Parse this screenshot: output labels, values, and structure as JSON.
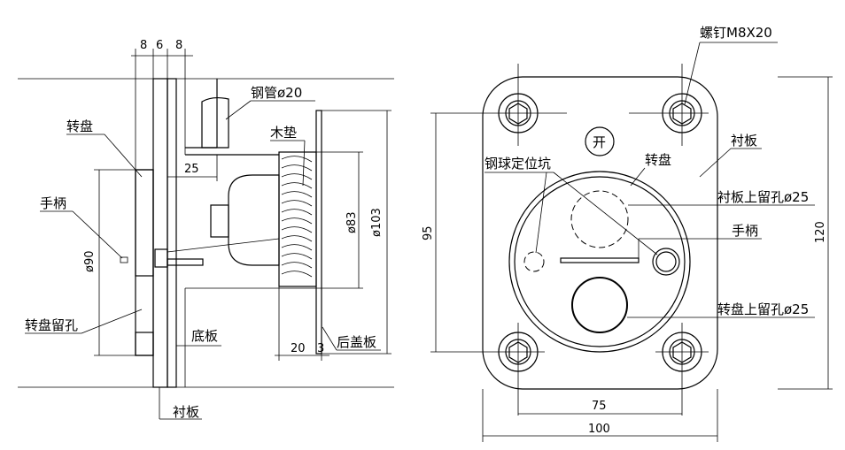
{
  "side_view": {
    "dims": {
      "top_a": "8",
      "top_b": "6",
      "top_c": "8",
      "w25": "25",
      "d90": "ø90",
      "d83": "ø83",
      "d103": "ø103",
      "w20": "20",
      "w3": "3"
    },
    "labels": {
      "turntable": "转盘",
      "handle": "手柄",
      "hole": "转盘留孔",
      "pipe": "钢管ø20",
      "wood": "木垫",
      "base": "底板",
      "liner": "衬板",
      "back_cover": "后盖板"
    }
  },
  "front_view": {
    "dims": {
      "h95": "95",
      "h120": "120",
      "w75": "75",
      "w100": "100"
    },
    "labels": {
      "screw": "螺钉M8X20",
      "open": "开",
      "liner": "衬板",
      "ball": "钢球定位坑",
      "turntable": "转盘",
      "liner_hole": "衬板上留孔ø25",
      "handle": "手柄",
      "turntable_hole": "转盘上留孔ø25"
    }
  }
}
